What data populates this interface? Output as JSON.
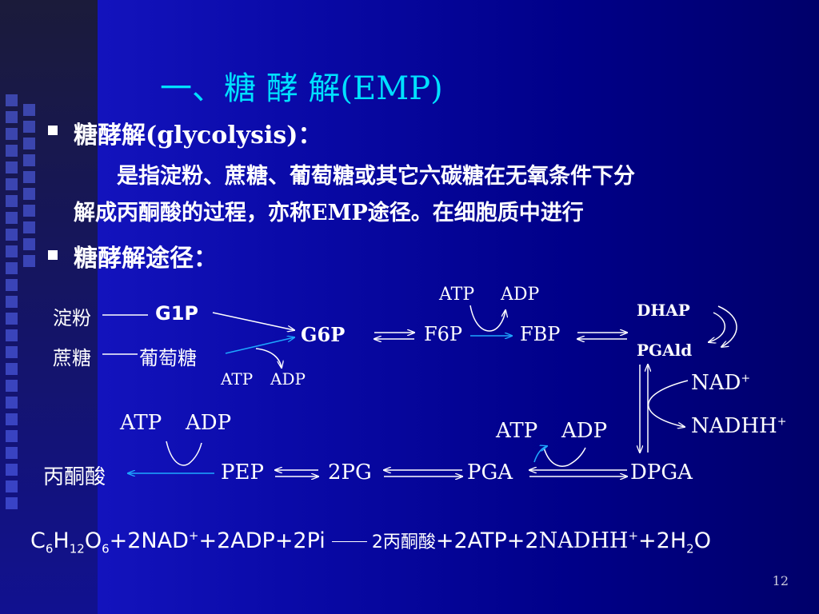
{
  "slide": {
    "title": "一、糖 酵 解(EMP)",
    "bullet1": "糖酵解(glycolysis)：",
    "para_line1": "是指淀粉、蔗糖、葡萄糖或其它六碳糖在无氧条件下分",
    "para_line2": "解成丙酮酸的过程，亦称EMP途径。在细胞质中进行",
    "bullet2": "糖酵解途径：",
    "page_number": "12"
  },
  "diagram": {
    "starch": "淀粉",
    "sucrose": "蔗糖",
    "glucose": "葡萄糖",
    "g1p": "G1P",
    "g6p": "G6P",
    "f6p": "F6P",
    "fbp": "FBP",
    "dhap": "DHAP",
    "pgald": "PGAld",
    "atp_top": "ATP",
    "adp_top": "ADP",
    "atp_glc": "ATP",
    "adp_glc": "ADP",
    "nad": "NAD",
    "nad_sup": "+",
    "nadhh": "NADHH",
    "nadhh_sup": "+",
    "atp_left": "ATP",
    "adp_left": "ADP",
    "atp_right": "ATP",
    "adp_right": "ADP",
    "pyruvate": "丙酮酸",
    "pep": "PEP",
    "pg2": "2PG",
    "pga": "PGA",
    "dpga": "DPGA"
  },
  "equation": {
    "c": "C",
    "c_sub": "6",
    "h": "H",
    "h_sub": "12",
    "o": "O",
    "o_sub": "6",
    "nad_part": "+2NAD",
    "nad_sup": "+",
    "adp_part": "+2ADP+2Pi",
    "coef1": "2",
    "pyruvate": "丙酮酸",
    "atp_part": "+2ATP+2",
    "nadhh": "NADHH",
    "nadhh_sup": "+",
    "h2o_pre": "+2H",
    "h2o_sub": "2",
    "h2o_o": "O"
  },
  "colors": {
    "background": "#00008a",
    "title": "#00e0ff",
    "text": "#ffffff",
    "cyan_arrow": "#1ea7ff"
  }
}
